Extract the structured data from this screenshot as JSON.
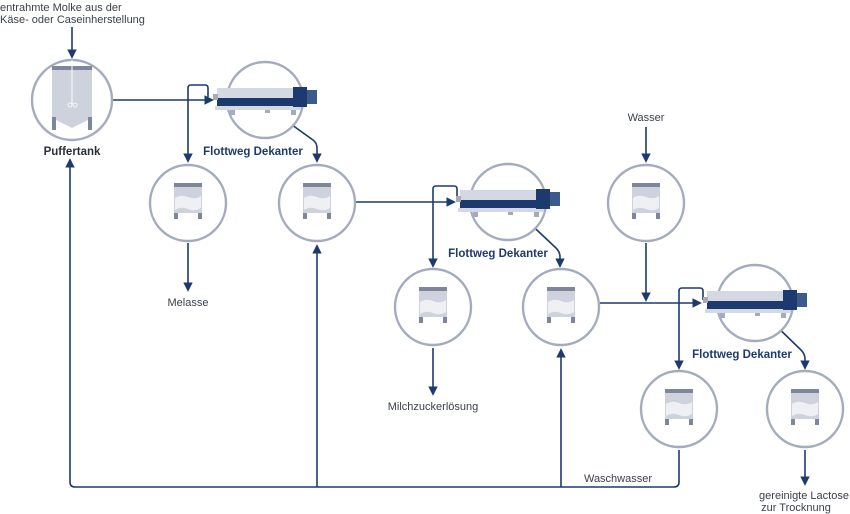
{
  "title": "Lactose-Gewinnung mit Flottweg Dekanter",
  "colors": {
    "pipe": "#1d3a6e",
    "ring": "#a4abbd",
    "tank_body": "#cdd2dc",
    "tank_top": "#7d869a",
    "decanter_dark": "#1d3a6e",
    "decanter_light": "#d3d8e2",
    "text": "#3a3f4a",
    "label_accent": "#1d3a6e"
  },
  "labels": {
    "input_whey_line1": "entrahmte Molke aus der",
    "input_whey_line2": "Käse- oder Caseinherstellung",
    "buffer_tank": "Puffertank",
    "decanter_1": "Flottweg Dekanter",
    "decanter_2": "Flottweg Dekanter",
    "decanter_3": "Flottweg Dekanter",
    "molasses": "Melasse",
    "lactose_solution": "Milchzuckerlösung",
    "water": "Wasser",
    "wash_water": "Waschwasser",
    "product_line1": "gereinigte Lactose",
    "product_line2": "zur Trocknung"
  },
  "nodes": [
    {
      "id": "buffer-tank",
      "type": "buffer-tank",
      "label_key": "buffer_tank"
    },
    {
      "id": "decanter-1",
      "type": "decanter",
      "label_key": "decanter_1"
    },
    {
      "id": "tank-molasses",
      "type": "tank"
    },
    {
      "id": "tank-solids-1",
      "type": "tank"
    },
    {
      "id": "decanter-2",
      "type": "decanter",
      "label_key": "decanter_2"
    },
    {
      "id": "tank-lactose-solution",
      "type": "tank"
    },
    {
      "id": "tank-solids-2",
      "type": "tank"
    },
    {
      "id": "tank-water",
      "type": "tank"
    },
    {
      "id": "decanter-3",
      "type": "decanter",
      "label_key": "decanter_3"
    },
    {
      "id": "tank-wash-water",
      "type": "tank"
    },
    {
      "id": "tank-product",
      "type": "tank"
    }
  ]
}
